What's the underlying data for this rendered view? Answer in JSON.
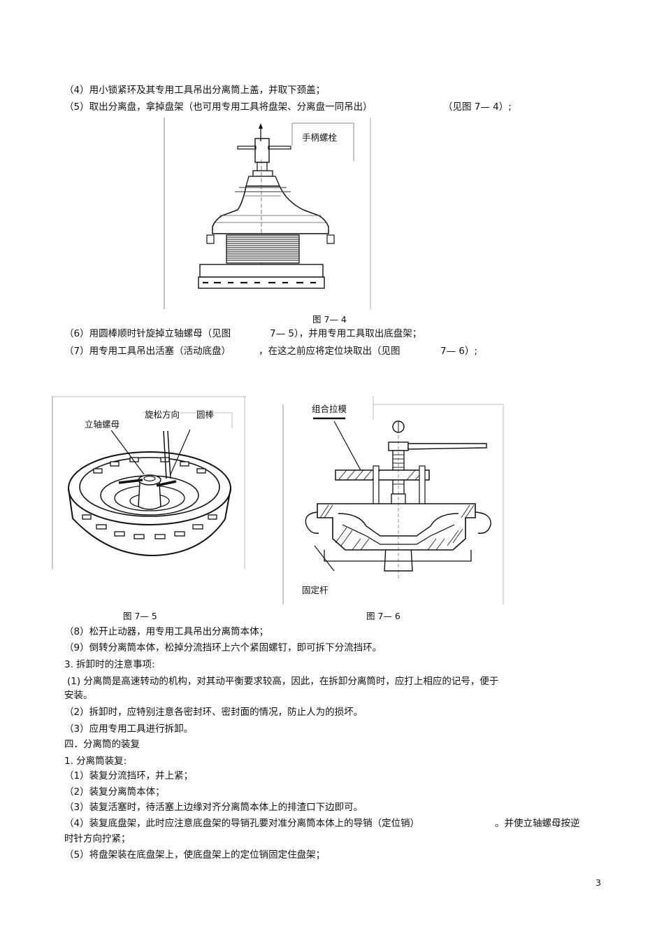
{
  "lines": {
    "l1": "（4）用小锁紧环及其专用工具吊出分离筒上盖，并取下颈盖；",
    "l2": "（5）取出分离盘，拿掉盘架（也可用专用工具将盘架、分离盘一同吊出）",
    "l2b": "（见图  7— 4）;",
    "l3": "（6）用圆棒顺时针旋掉立轴螺母（见图",
    "l3b": "7— 5），并用专用工具取出底盘架；",
    "l4": "（7）用专用工具吊出活塞（活动底盘）",
    "l4b": "，在这之前应将定位块取出（见图",
    "l4c": "7— 6）;",
    "l5": "（8）松开止动器，用专用工具吊出分离筒本体；",
    "l6": "（9）倒转分离筒本体，松掉分流挡环上六个紧固螺钉，即可拆下分流挡环。",
    "l7": "3. 拆卸时的注意事项:",
    "l8": "(1) 分离筒是高速转动的机构，对其动平衡要求较高，因此，在拆卸分离筒时，应打上相应的记号，便于",
    "l9": "安装。",
    "l10": "（2）拆卸时，应特别注意各密封环、密封面的情况，防止人为的损坏。",
    "l11": "（3）应用专用工具进行拆卸。",
    "l12": "四．分离筒的装复",
    "l13": "1. 分离筒装复:",
    "l14": "（1）装复分流挡环，并上紧；",
    "l15": "（2）装复分离筒本体；",
    "l16": "（3）装复活塞时，待活塞上边缘对齐分离筒本体上的排渣口下边即可。",
    "l17": "（4）装复底盘架，此时应注意底盘架的导销孔要对准分离筒本体上的导销（定位销）",
    "l17b": "。并使立轴螺母按逆",
    "l18": "时针方向拧紧；",
    "l19": "（5）将盘架装在底盘架上，使底盘架上的定位销固定住盘架；"
  },
  "figures": {
    "fig4": {
      "caption": "图  7— 4",
      "callout": "手柄螺栓"
    },
    "fig5": {
      "caption": "图 7— 5",
      "callout_nut": "立轴螺母",
      "callout_dir": "旋松方向",
      "callout_rod": "圆棒"
    },
    "fig6": {
      "caption": "图  7— 6",
      "callout_mold": "组合拉模",
      "callout_rod": "固定杆"
    }
  },
  "page_number": "3"
}
